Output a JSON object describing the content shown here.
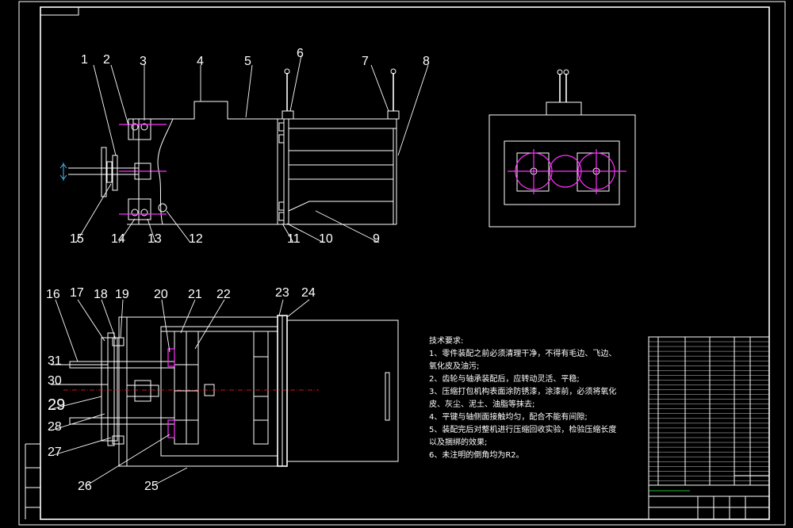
{
  "part_numbers": [
    "1",
    "2",
    "3",
    "4",
    "5",
    "6",
    "7",
    "8",
    "15",
    "14",
    "13",
    "12",
    "11",
    "10",
    "9",
    "16",
    "17",
    "18",
    "19",
    "20",
    "21",
    "22",
    "23",
    "24",
    "31",
    "30",
    "29",
    "28",
    "27",
    "26",
    "25"
  ],
  "tech_requirements": {
    "title": "技术要求:",
    "lines": [
      "1、零件装配之前必须清理干净，不得有毛边、飞边、",
      "氧化皮及油污;",
      "2、齿轮与轴承装配后，应转动灵活、平稳;",
      "3、压缩打包机构表面涂防锈漆，涂漆前，必须将氧化",
      "皮、灰尘、泥土、油脂等抹去;",
      "4、平键与轴侧面接触均匀，配合不能有间隙;",
      "5、装配完后对整机进行压缩回收实验，检验压缩长度",
      "以及捆绑的效果;",
      "6、未注明的倒角均为R2。"
    ]
  },
  "colors": {
    "background": "#000000",
    "lines": "#ffffff",
    "gear_circles": "#ff30ff",
    "center_lines": "#ff2020",
    "dimension": "#40c0ff",
    "title_block_green": "#20ff40"
  }
}
